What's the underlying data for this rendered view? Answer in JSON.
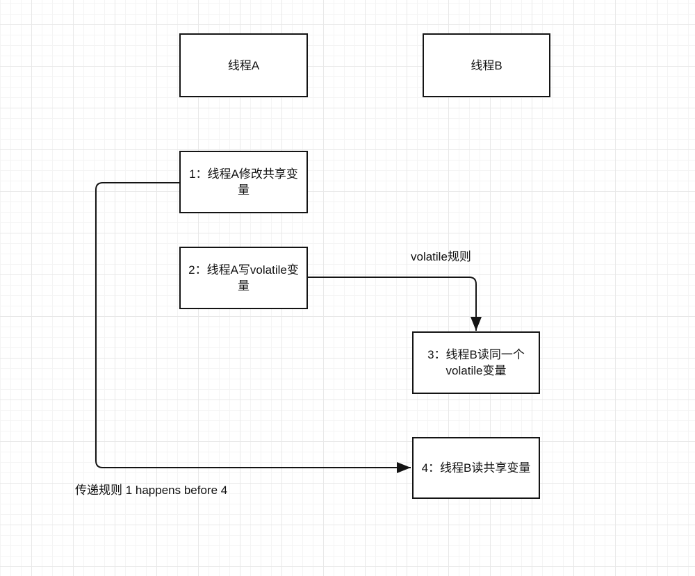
{
  "canvas": {
    "colors": {
      "bg": "#ffffff",
      "grid-minor": "#f4f4f4",
      "grid-major": "#e8e8e8",
      "stroke": "#141414",
      "text": "#111111"
    }
  },
  "nodes": {
    "thread_a": {
      "label": "线程A"
    },
    "thread_b": {
      "label": "线程B"
    },
    "step1": {
      "label": "1：线程A修改共享变量"
    },
    "step2": {
      "label": "2：线程A写volatile变量"
    },
    "step3": {
      "label": "3：线程B读同一个volatile变量"
    },
    "step4": {
      "label": "4：线程B读共享变量"
    }
  },
  "edges": [
    {
      "id": "edge-volatile-rule",
      "from": "step2",
      "to": "step3",
      "label": "volatile规则"
    },
    {
      "id": "edge-transitive-rule",
      "from": "step1",
      "to": "step4",
      "label": "传递规则 1 happens before 4"
    }
  ]
}
